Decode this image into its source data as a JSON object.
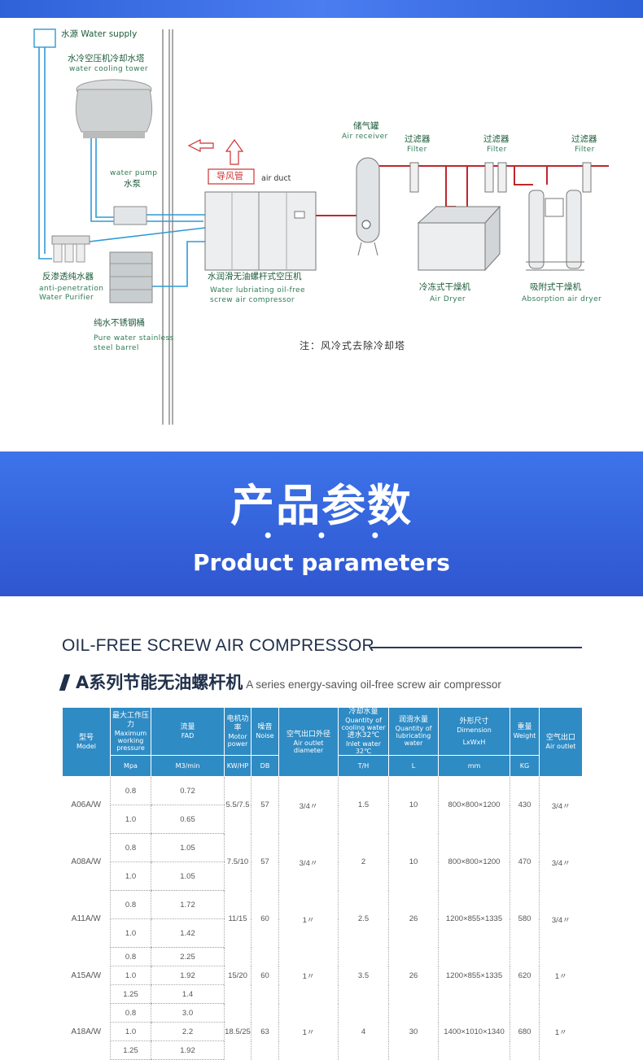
{
  "diagram": {
    "water_supply": "水源 Water supply",
    "cooling_tower_cn": "水冷空压机冷却水塔",
    "cooling_tower_en": "water cooling tower",
    "water_pump_en": "water pump",
    "water_pump_cn": "水泵",
    "air_duct_cn": "导风管",
    "air_duct_en": "air duct",
    "air_receiver_cn": "储气罐",
    "air_receiver_en": "Air receiver",
    "filter_cn": "过滤器",
    "filter_en": "Filter",
    "purifier_cn": "反渗透纯水器",
    "purifier_en1": "anti-penetration",
    "purifier_en2": "Water Purifier",
    "compressor_cn": "水润滑无油螺杆式空压机",
    "compressor_en1": "Water lubriating oil-free",
    "compressor_en2": "screw air compressor",
    "dryer_cn": "冷冻式干燥机",
    "dryer_en": "Air Dryer",
    "abs_dryer_cn": "吸附式干燥机",
    "abs_dryer_en": "Absorption air dryer",
    "barrel_cn": "纯水不锈钢桶",
    "barrel_en1": "Pure water stainless",
    "barrel_en2": "steel barrel",
    "note": "注：风冷式去除冷却塔"
  },
  "banner": {
    "title": "产品参数",
    "dots": "• • •",
    "subtitle": "Product parameters"
  },
  "headings": {
    "series": "OIL-FREE SCREW  AIR COMPRESSOR",
    "sub_cn": "A系列节能无油螺杆机",
    "sub_en": "A series energy-saving oil-free screw air compressor"
  },
  "table": {
    "headers": {
      "model_cn": "型号",
      "model_en": "Model",
      "pressure_cn": "最大工作压力",
      "pressure_en": "Maximum working pressure",
      "pressure_unit": "Mpa",
      "fad_cn": "流量",
      "fad_en": "FAD",
      "fad_unit": "M3/min",
      "power_cn": "电机功率",
      "power_en": "Motor power",
      "power_unit": "KW/HP",
      "noise_cn": "噪音",
      "noise_en": "Noise",
      "noise_unit": "DB",
      "outlet_cn": "空气出口外径",
      "outlet_en": "Air outlet diameter",
      "cooling_cn": "冷却水量",
      "cooling_en": "Quantity of cooling water",
      "cooling_sub1": "进水32℃",
      "cooling_sub2": "Inlet water 32℃",
      "cooling_unit": "T/H",
      "lube_cn": "润滑水量",
      "lube_en": "Quantity of lubricating water",
      "lube_unit": "L",
      "dim_cn": "外形尺寸",
      "dim_en": "Dimension",
      "dim_sub": "LxWxH",
      "dim_unit": "mm",
      "weight_cn": "重量",
      "weight_en": "Weight",
      "weight_unit": "KG",
      "outlet2_cn": "空气出口",
      "outlet2_en": "Air outlet"
    },
    "rows": [
      {
        "model": "A06A/W",
        "pressure": [
          "0.8",
          "1.0"
        ],
        "fad": [
          "0.72",
          "0.65"
        ],
        "power": "5.5/7.5",
        "noise": "57",
        "outlet": "3/4〃",
        "cooling": "1.5",
        "lube": "10",
        "dim": "800×800×1200",
        "weight": "430",
        "outlet2": "3/4〃"
      },
      {
        "model": "A08A/W",
        "pressure": [
          "0.8",
          "1.0"
        ],
        "fad": [
          "1.05",
          "1.05"
        ],
        "power": "7.5/10",
        "noise": "57",
        "outlet": "3/4〃",
        "cooling": "2",
        "lube": "10",
        "dim": "800×800×1200",
        "weight": "470",
        "outlet2": "3/4〃"
      },
      {
        "model": "A11A/W",
        "pressure": [
          "0.8",
          "1.0"
        ],
        "fad": [
          "1.72",
          "1.42"
        ],
        "power": "11/15",
        "noise": "60",
        "outlet": "1〃",
        "cooling": "2.5",
        "lube": "26",
        "dim": "1200×855×1335",
        "weight": "580",
        "outlet2": "3/4〃"
      },
      {
        "model": "A15A/W",
        "pressure": [
          "0.8",
          "1.0",
          "1.25"
        ],
        "fad": [
          "2.25",
          "1.92",
          "1.4"
        ],
        "power": "15/20",
        "noise": "60",
        "outlet": "1〃",
        "cooling": "3.5",
        "lube": "26",
        "dim": "1200×855×1335",
        "weight": "620",
        "outlet2": "1〃"
      },
      {
        "model": "A18A/W",
        "pressure": [
          "0.8",
          "1.0",
          "1.25"
        ],
        "fad": [
          "3.0",
          "2.2",
          "1.92"
        ],
        "power": "18.5/25",
        "noise": "63",
        "outlet": "1〃",
        "cooling": "4",
        "lube": "30",
        "dim": "1400×1010×1340",
        "weight": "680",
        "outlet2": "1〃"
      }
    ]
  }
}
